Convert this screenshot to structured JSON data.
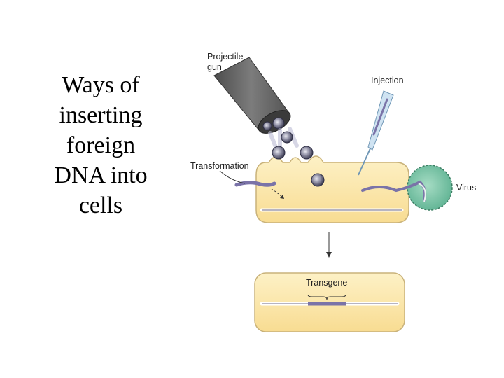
{
  "slide": {
    "title_lines": [
      "Ways of",
      "inserting",
      "foreign",
      "DNA into",
      "cells"
    ]
  },
  "diagram": {
    "labels": {
      "gun_line1": "Projectile",
      "gun_line2": "gun",
      "injection": "Injection",
      "transformation": "Transformation",
      "virus": "Virus",
      "transgene": "Transgene"
    },
    "colors": {
      "cell_fill": "#fbe6a8",
      "cell_stroke": "#c9b27a",
      "virus_fill": "#83c8ab",
      "dna_strand": "#7a73a8",
      "gun_body": "#6b6b6b",
      "needle_fill": "#cfe3f2"
    }
  }
}
